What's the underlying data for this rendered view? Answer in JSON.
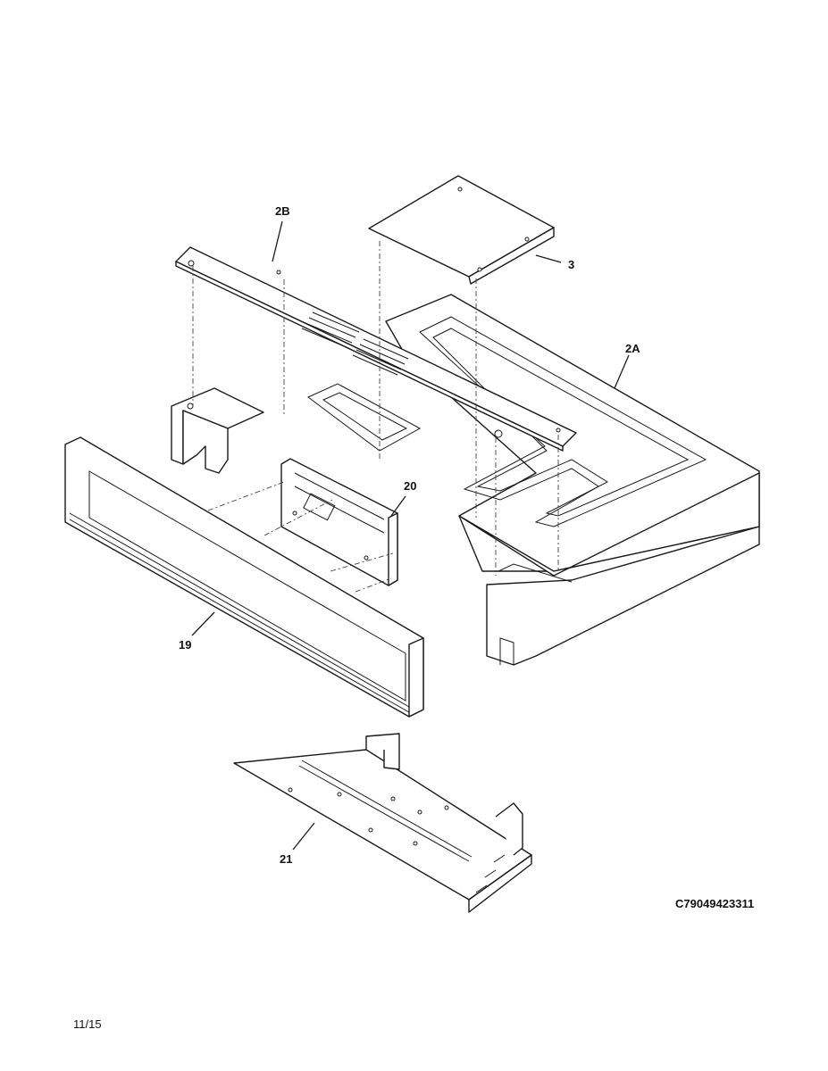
{
  "callouts": {
    "part_2B": "2B",
    "part_3": "3",
    "part_2A": "2A",
    "part_20": "20",
    "part_19": "19",
    "part_21": "21"
  },
  "footer": {
    "diagram_code": "C79049423311",
    "date": "11/15"
  }
}
